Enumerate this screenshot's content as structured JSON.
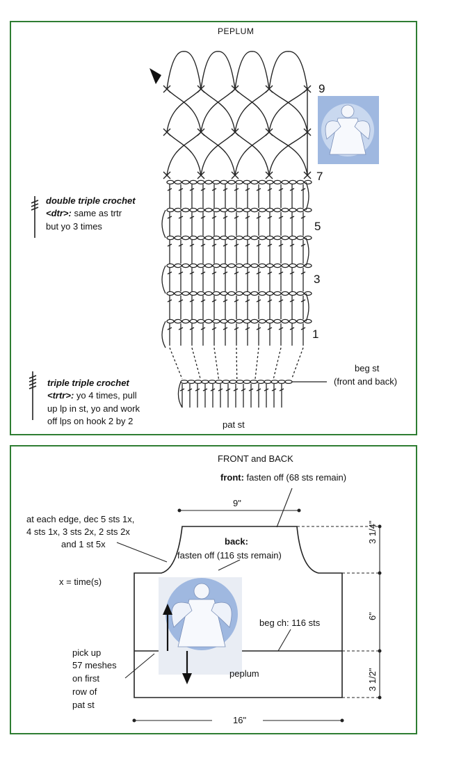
{
  "chart": {
    "title": "PEPLUM",
    "row_labels": [
      "9",
      "7",
      "5",
      "3",
      "1"
    ],
    "dtr": {
      "name": "double triple crochet",
      "abbr": "<dtr>:",
      "def_1": " same as  trtr",
      "def_2": "but yo 3 times"
    },
    "trtr": {
      "name": "triple triple crochet",
      "abbr": "<trtr>:",
      "def_1": " yo 4 times, pull",
      "def_2": "up lp in st, yo and work",
      "def_3": "off lps on hook 2 by 2"
    },
    "beg_st_1": "beg st",
    "beg_st_2": "(front and back)",
    "pat_st": "pat st"
  },
  "schematic": {
    "title": "FRONT and BACK",
    "front_label": "front:",
    "front_note": " fasten off (68 sts remain)",
    "width_top": "9\"",
    "dec_1": "at each edge, dec 5 sts 1x,",
    "dec_2": "4 sts 1x, 3 sts 2x, 2 sts 2x",
    "dec_3": "and 1 st 5x",
    "back_label": "back:",
    "back_note": "fasten off (116 sts remain)",
    "x_def": "x = time(s)",
    "beg_ch": "beg ch:  116 sts",
    "pick_1": "pick up",
    "pick_2": "57 meshes",
    "pick_3": "on first",
    "pick_4": "row of",
    "pick_5": "pat st",
    "peplum": "peplum",
    "width_bottom": "16\"",
    "h_top": "3 1/4\"",
    "h_mid": "6\"",
    "h_bot": "3 1/2\""
  },
  "colors": {
    "frame": "#2e7d32",
    "ink": "#222222",
    "angel_bg": "#9fb8e0"
  }
}
